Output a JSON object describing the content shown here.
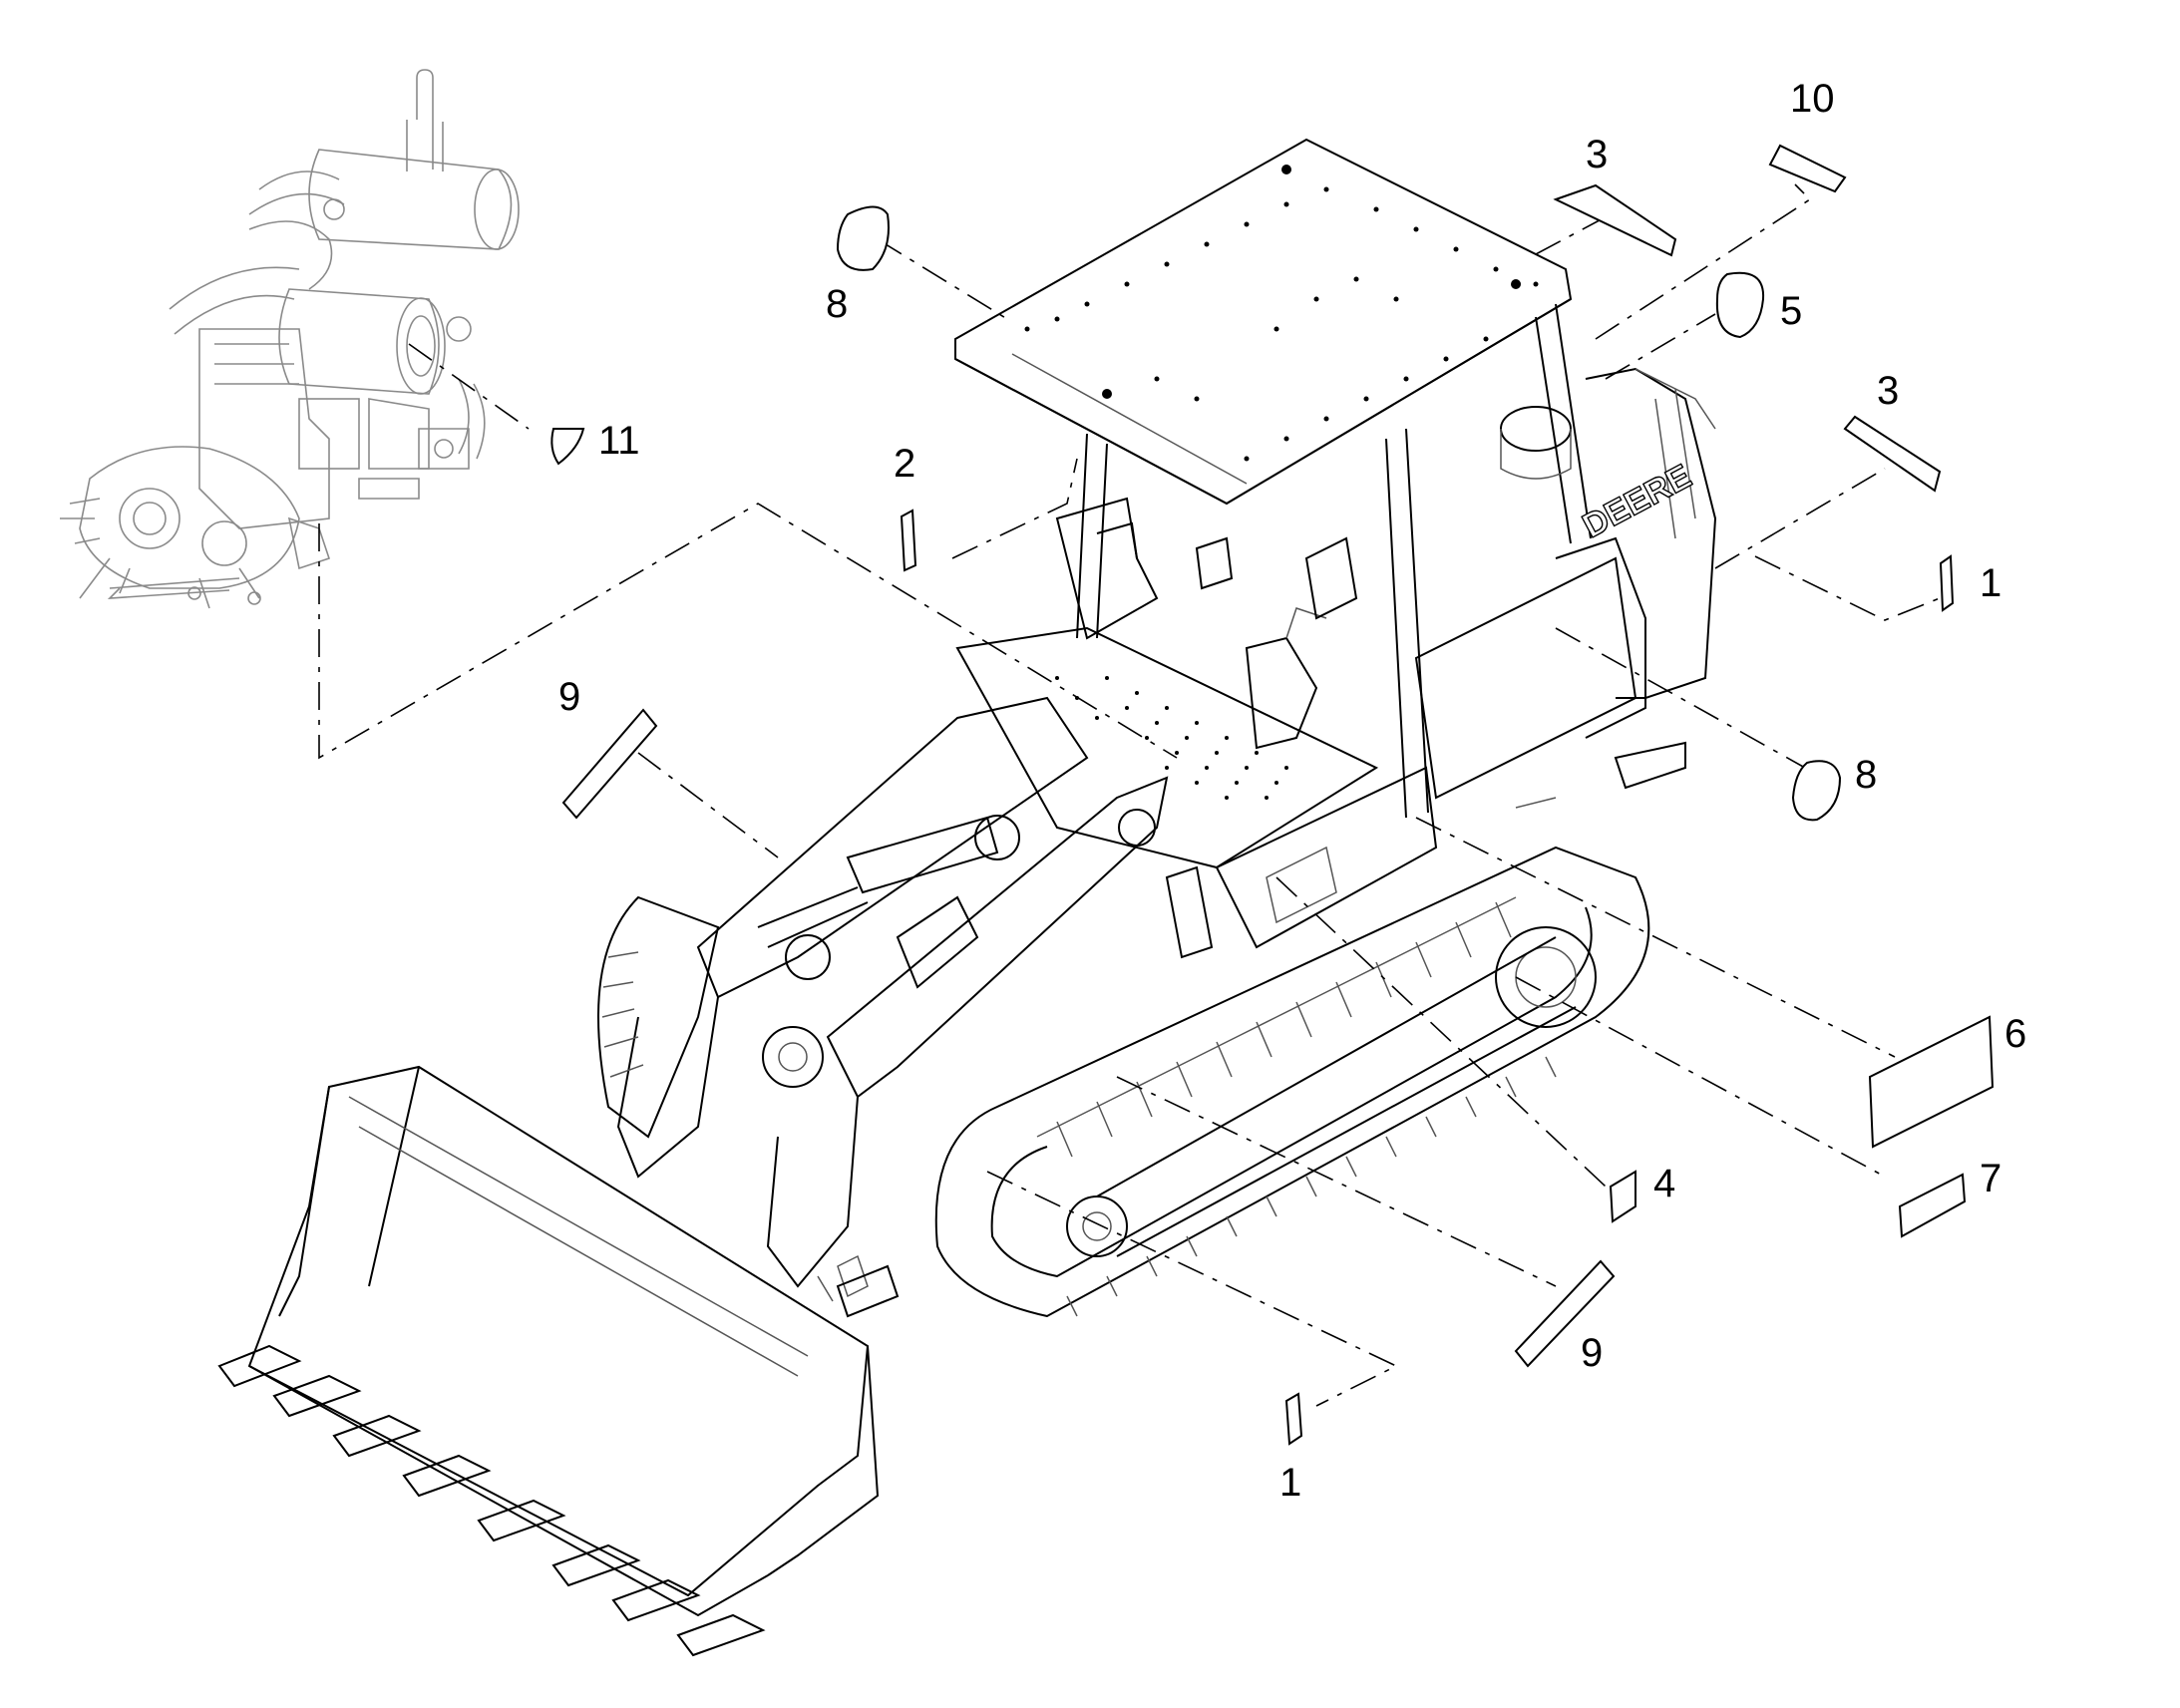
{
  "diagram": {
    "callouts": [
      {
        "id": "c1-top",
        "label": "1"
      },
      {
        "id": "c1-bottom",
        "label": "1"
      },
      {
        "id": "c2",
        "label": "2"
      },
      {
        "id": "c3-top",
        "label": "3"
      },
      {
        "id": "c3-right",
        "label": "3"
      },
      {
        "id": "c4",
        "label": "4"
      },
      {
        "id": "c5",
        "label": "5"
      },
      {
        "id": "c6",
        "label": "6"
      },
      {
        "id": "c7",
        "label": "7"
      },
      {
        "id": "c8-left",
        "label": "8"
      },
      {
        "id": "c8-right",
        "label": "8"
      },
      {
        "id": "c9-left",
        "label": "9"
      },
      {
        "id": "c9-bottom",
        "label": "9"
      },
      {
        "id": "c10",
        "label": "10"
      },
      {
        "id": "c11",
        "label": "11"
      }
    ],
    "cab_brand_lettering": "DEERE"
  }
}
